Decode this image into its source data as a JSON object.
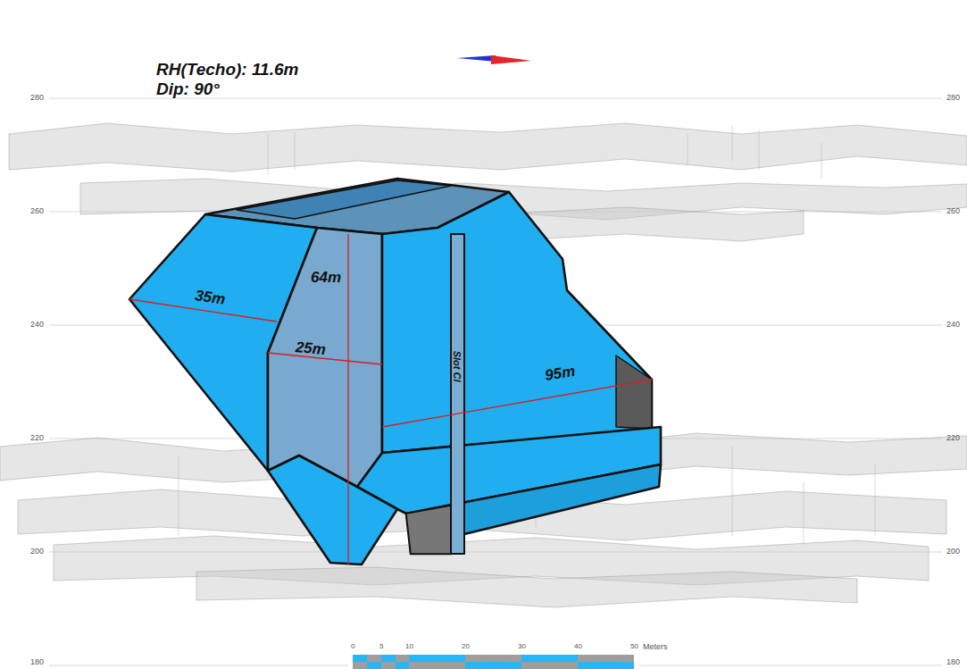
{
  "diagram": {
    "labels": [
      "RH(Techo): 11.6m",
      "Dip: 90°",
      "64m",
      "35m",
      "25m",
      "Slot Cl",
      "95m",
      "280",
      "260",
      "240",
      "220",
      "200",
      "180",
      "280",
      "260",
      "240",
      "220",
      "200",
      "180",
      "0",
      "5",
      "10",
      "20",
      "30",
      "40",
      "50",
      "Meters"
    ]
  }
}
